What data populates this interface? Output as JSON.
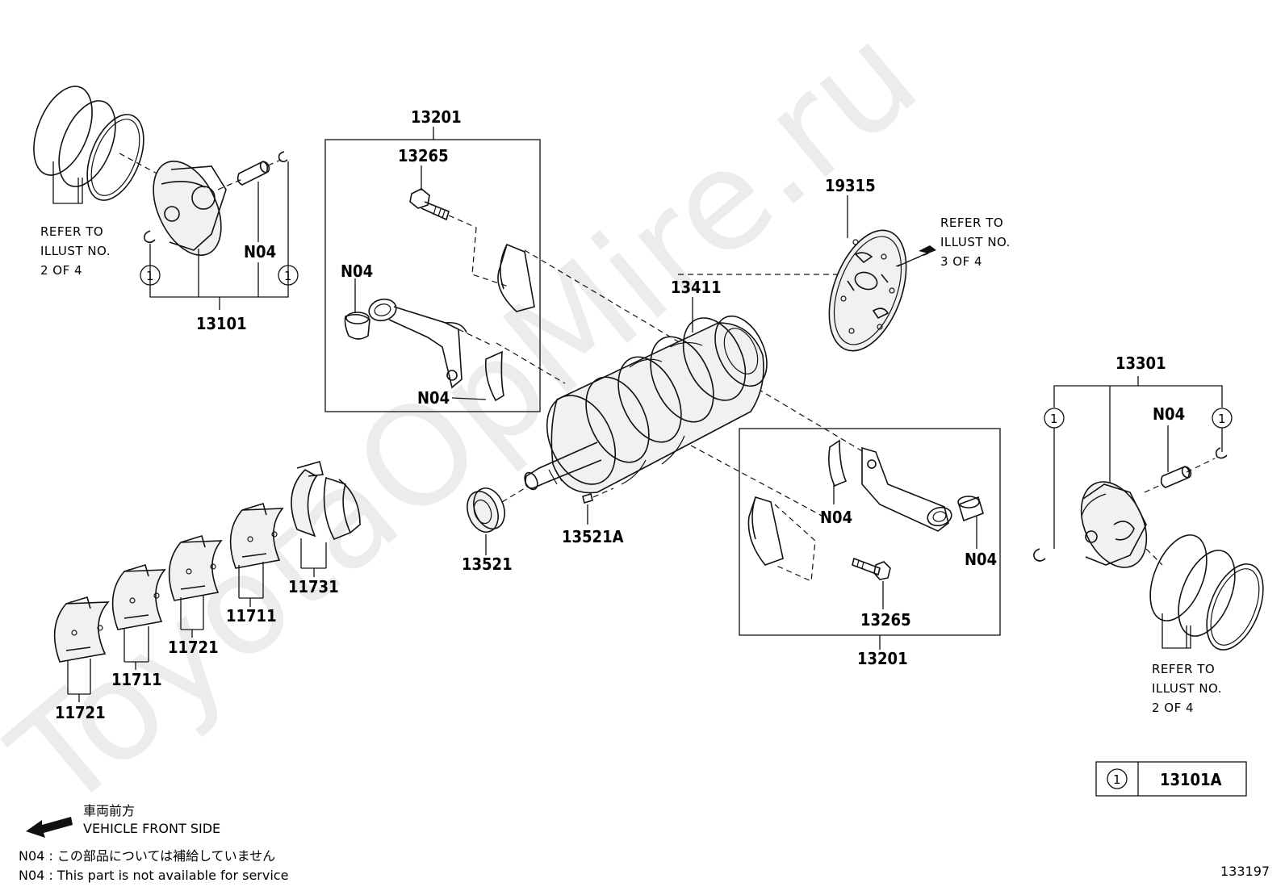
{
  "watermark": "ToyotaOpMire.ru",
  "part_labels": {
    "p13201_top": "13201",
    "p13265_top": "13265",
    "p19315": "19315",
    "p13411": "13411",
    "p13101": "13101",
    "n04_piston_left": "N04",
    "n04_rod_top": "N04",
    "n04_bearing_top": "N04",
    "p13301": "13301",
    "n04_piston_right": "N04",
    "n04_bearing_bottom": "N04",
    "n04_rod_bottom": "N04",
    "p13265_bottom": "13265",
    "p13201_bottom": "13201",
    "p13521": "13521",
    "p13521a": "13521A",
    "p11731": "11731",
    "p11711_right": "11711",
    "p11721_right": "11721",
    "p11711_left": "11711",
    "p11721_left": "11721"
  },
  "refer_notes": {
    "left_rings": [
      "REFER TO",
      "ILLUST NO.",
      "2 OF 4"
    ],
    "flywheel": [
      "REFER TO",
      "ILLUST NO.",
      "3 OF 4"
    ],
    "right_rings": [
      "REFER TO",
      "ILLUST NO.",
      "2 OF 4"
    ]
  },
  "callout": {
    "symbol": "1",
    "part": "13101A"
  },
  "footer": {
    "front_side_jp": "車両前方",
    "front_side_en": "VEHICLE FRONT SIDE",
    "n04_jp": "N04 : この部品については補給していません",
    "n04_en": "N04 : This part is not available for service",
    "illustration_number": "133197"
  }
}
